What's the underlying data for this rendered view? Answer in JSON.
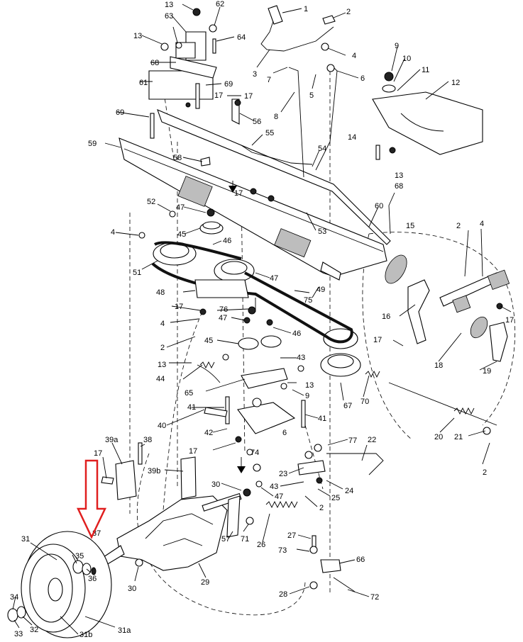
{
  "diagram": {
    "labels": [
      "1",
      "2",
      "3",
      "4",
      "5",
      "6",
      "7",
      "8",
      "9",
      "10",
      "11",
      "12",
      "13",
      "14",
      "15",
      "16",
      "17",
      "18",
      "19",
      "20",
      "21",
      "22",
      "23",
      "24",
      "25",
      "26",
      "27",
      "28",
      "29",
      "30",
      "31",
      "31a",
      "31b",
      "32",
      "33",
      "34",
      "35",
      "36",
      "37",
      "38",
      "39a",
      "39b",
      "40",
      "41",
      "42",
      "43",
      "44",
      "45",
      "46",
      "47",
      "48",
      "49",
      "51",
      "52",
      "53",
      "54",
      "55",
      "56",
      "57",
      "58",
      "59",
      "60",
      "61",
      "62",
      "63",
      "64",
      "65",
      "66",
      "67",
      "68",
      "69",
      "70",
      "71",
      "72",
      "73",
      "74",
      "75",
      "76",
      "77"
    ],
    "highlight": {
      "color": "#e01f1f",
      "shape": "down-arrow",
      "target_label": "37"
    }
  }
}
